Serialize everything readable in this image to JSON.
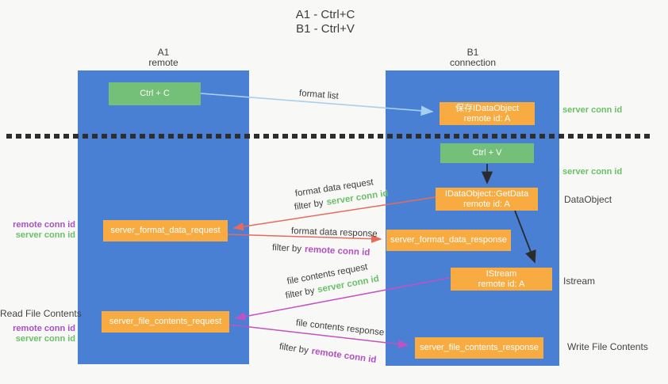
{
  "title": {
    "line1": "A1 - Ctrl+C",
    "line2": "B1 - Ctrl+V"
  },
  "columns": {
    "left": {
      "name": "A1",
      "role": "remote"
    },
    "right": {
      "name": "B1",
      "role": "connection"
    }
  },
  "nodes": {
    "ctrl_c": "Ctrl + C",
    "save_idataobject": {
      "line1": "保存IDataObject",
      "line2": "remote id: A"
    },
    "ctrl_v": "Ctrl + V",
    "getdata": {
      "line1": "IDataObject::GetData",
      "line2": "remote id: A"
    },
    "format_request": "server_format_data_request",
    "format_response": "server_format_data_response",
    "istream": {
      "line1": "IStream",
      "line2": "remote id: A"
    },
    "file_request": "server_file_contents_request",
    "file_response": "server_file_contents_response"
  },
  "arrow_labels": {
    "format_list": "format list",
    "format_data_request": "format data request",
    "format_data_response": "format data response",
    "file_contents_request": "file contents request",
    "file_contents_response": "file contents response",
    "filter_by": "filter by",
    "server_conn_id": "server conn id",
    "remote_conn_id": "remote conn id"
  },
  "side_labels": {
    "right": {
      "server_conn_id_top": "server conn id",
      "server_conn_id_mid": "server conn id",
      "dataobject": "DataObject",
      "istream": "Istream",
      "write_file_contents": "Write File Contents"
    },
    "left": {
      "remote_conn_id_1": "remote conn id",
      "server_conn_id_1": "server conn id",
      "read_file_contents": "Read File Contents",
      "remote_conn_id_2": "remote conn id",
      "server_conn_id_2": "server conn id"
    }
  },
  "colors": {
    "lane_blue": "#4a80d4",
    "box_green": "#75c078",
    "box_orange": "#f8ab41",
    "arrow_light_blue": "#a6d0f0",
    "arrow_red": "#e76a5c",
    "arrow_magenta": "#c251c2",
    "arrow_black": "#2b2b2b",
    "text_green": "#6abf69",
    "text_purple": "#a950c5",
    "dotted_line": "#2e2e2e"
  }
}
